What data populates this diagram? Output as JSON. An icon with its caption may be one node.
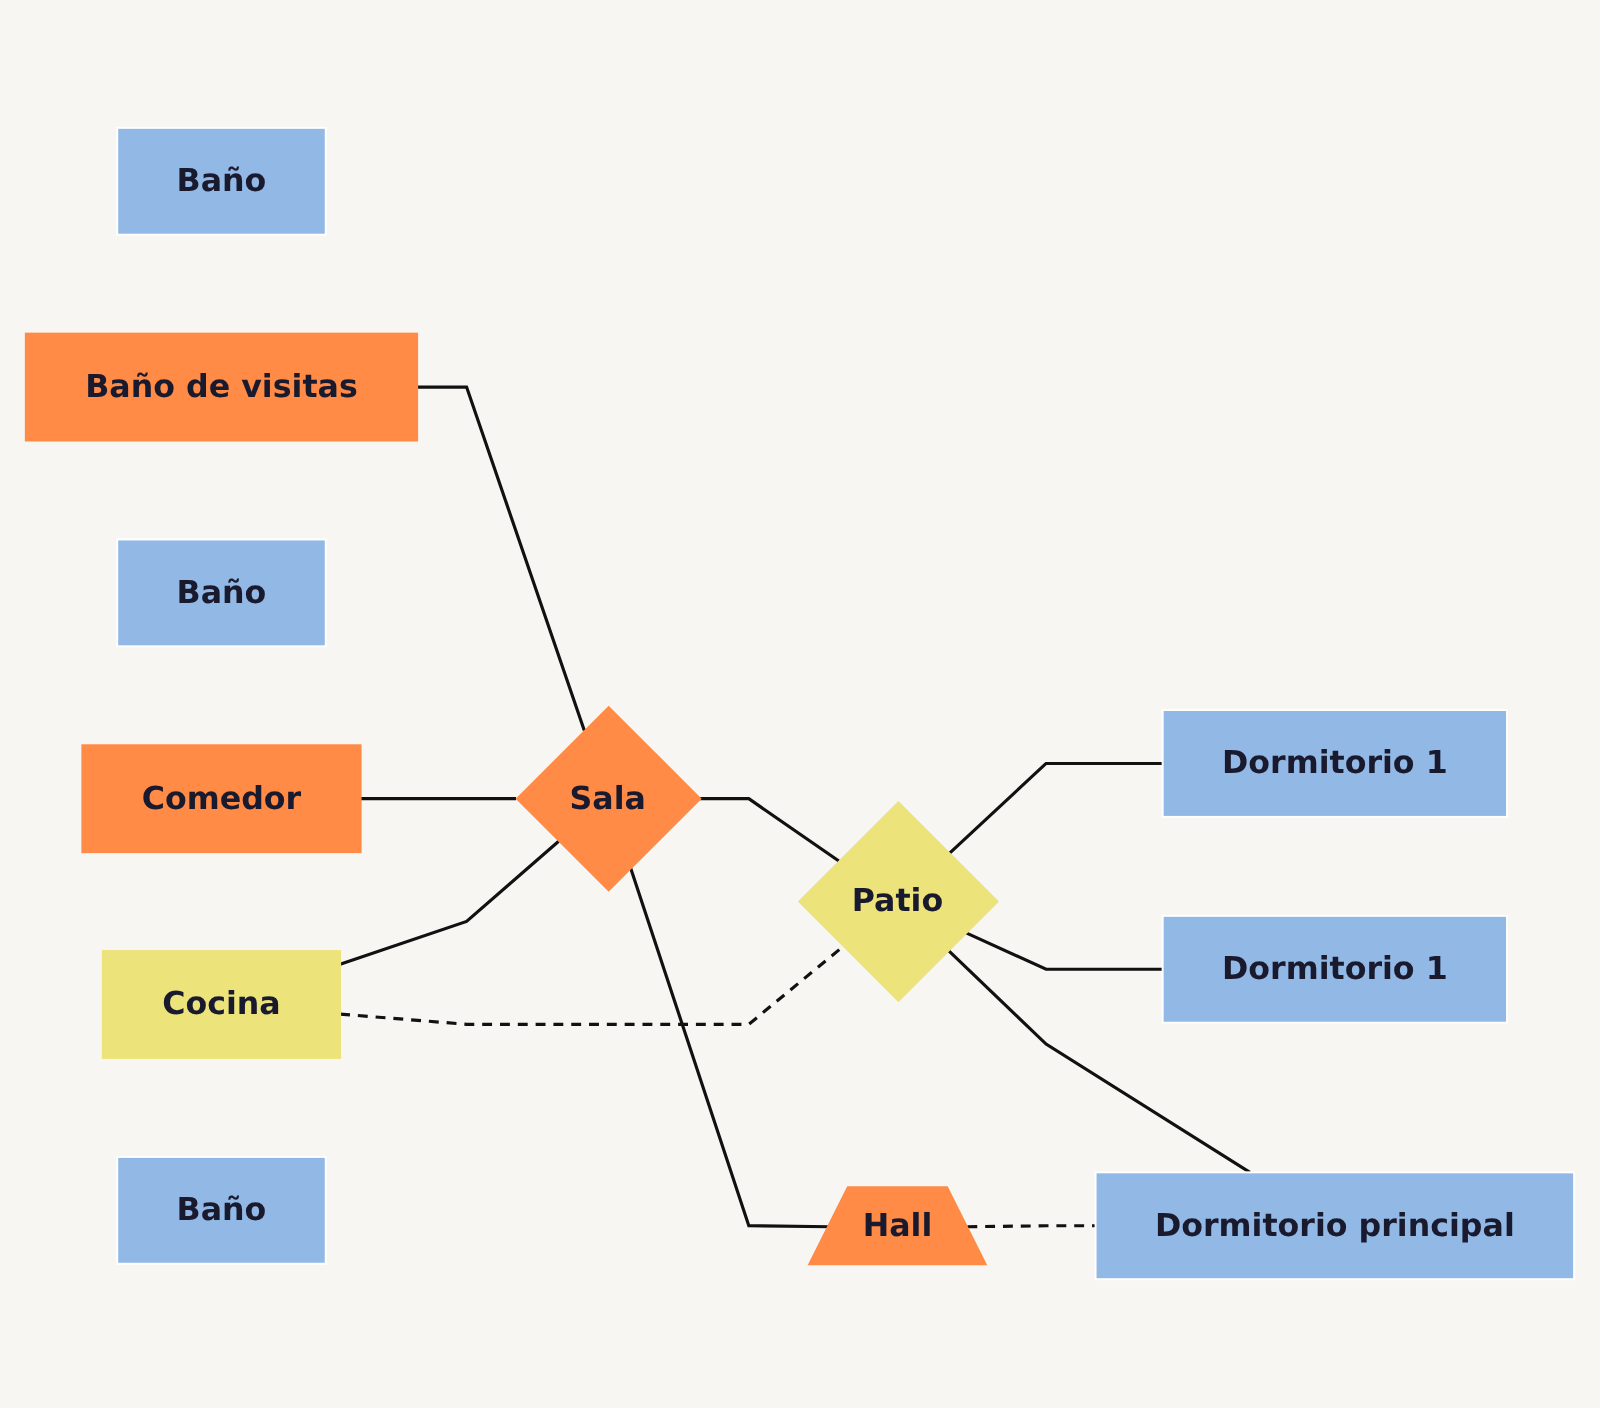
{
  "diagram": {
    "nodes": [
      {
        "text": [
          "Baño"
        ]
      },
      {
        "text": [
          "Dormitorio 1"
        ]
      },
      {
        "text": [
          "Baño de visitas"
        ]
      },
      {
        "text": [
          "Baño"
        ]
      },
      {
        "text": [
          "Patio"
        ]
      },
      {
        "text": [
          "Comedor"
        ]
      },
      {
        "text": [
          "Dormitorio 1"
        ]
      },
      {
        "text": [
          "Sala"
        ]
      },
      {
        "text": [
          "Dormitorio principal"
        ]
      },
      {
        "text": [
          "Cocina"
        ]
      },
      {
        "text": [
          "Hall"
        ]
      },
      {
        "text": [
          "Baño"
        ]
      }
    ],
    "edges": [
      {
        "from": 4,
        "to": 1,
        "arrow": "none"
      },
      {
        "from": 4,
        "to": 6,
        "arrow": "none"
      },
      {
        "from": 4,
        "to": 8,
        "arrow": "none"
      },
      {
        "from": 7,
        "to": 4,
        "arrow": "none"
      },
      {
        "from": 2,
        "to": 7,
        "arrow": "none"
      },
      {
        "from": 5,
        "to": 7,
        "arrow": "none"
      },
      {
        "from": 9,
        "to": 7,
        "arrow": "none"
      },
      {
        "from": 9,
        "to": 4,
        "arrow": "none",
        "style": "dashed"
      },
      {
        "from": 7,
        "to": 10,
        "arrow": "none"
      },
      {
        "from": 10,
        "to": 8,
        "arrow": "none",
        "style": "dashed"
      }
    ]
  }
}
